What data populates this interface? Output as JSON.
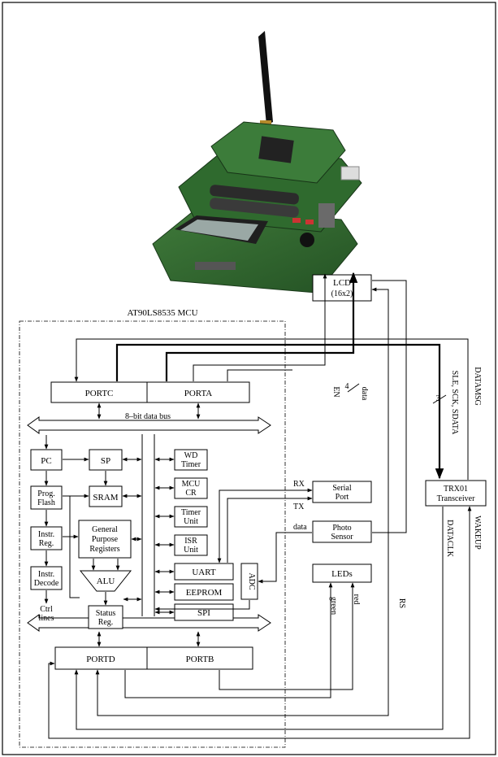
{
  "mcu": {
    "title": "AT90LS8535 MCU",
    "data_bus_label": "8–bit data bus",
    "ports": {
      "portc": "PORTC",
      "porta": "PORTA",
      "portd": "PORTD",
      "portb": "PORTB"
    },
    "core": {
      "pc": "PC",
      "sp": "SP",
      "prog_flash": [
        "Prog.",
        "Flash"
      ],
      "sram": "SRAM",
      "instr_reg": [
        "Instr.",
        "Reg."
      ],
      "gp_registers": [
        "General",
        "Purpose",
        "Registers"
      ],
      "instr_decode": [
        "Instr.",
        "Decode"
      ],
      "alu": "ALU",
      "ctrl_lines": [
        "Ctrl",
        "lines"
      ],
      "status_reg": [
        "Status",
        "Reg."
      ]
    },
    "peripherals": {
      "wd_timer": [
        "WD",
        "Timer"
      ],
      "mcu_cr": [
        "MCU",
        "CR"
      ],
      "timer_unit": [
        "Timer",
        "Unit"
      ],
      "isr_unit": [
        "ISR",
        "Unit"
      ],
      "uart": "UART",
      "eeprom": "EEPROM",
      "spi": "SPI",
      "adc": "ADC"
    }
  },
  "external": {
    "lcd": [
      "LCD",
      "(16x2)"
    ],
    "serial_port": [
      "Serial",
      "Port"
    ],
    "photo_sensor": [
      "Photo",
      "Sensor"
    ],
    "leds": "LEDs",
    "trx": [
      "TRX01",
      "Transceiver"
    ]
  },
  "signals": {
    "en": "EN",
    "data_bus_width": "4",
    "data": "data",
    "rx": "RX",
    "tx": "TX",
    "sensor_data": "data",
    "green": "green",
    "red": "red",
    "rs": "rs",
    "rs_label": "RS",
    "sle_sck_sdata": "SLE, SCK, SDATA",
    "spi_width": "3",
    "datamsg": "DATAMSG",
    "dataclk": "DATACLK",
    "wakeup": "WAKEUP"
  },
  "photo": {
    "icon": "sensor-board-photo"
  }
}
